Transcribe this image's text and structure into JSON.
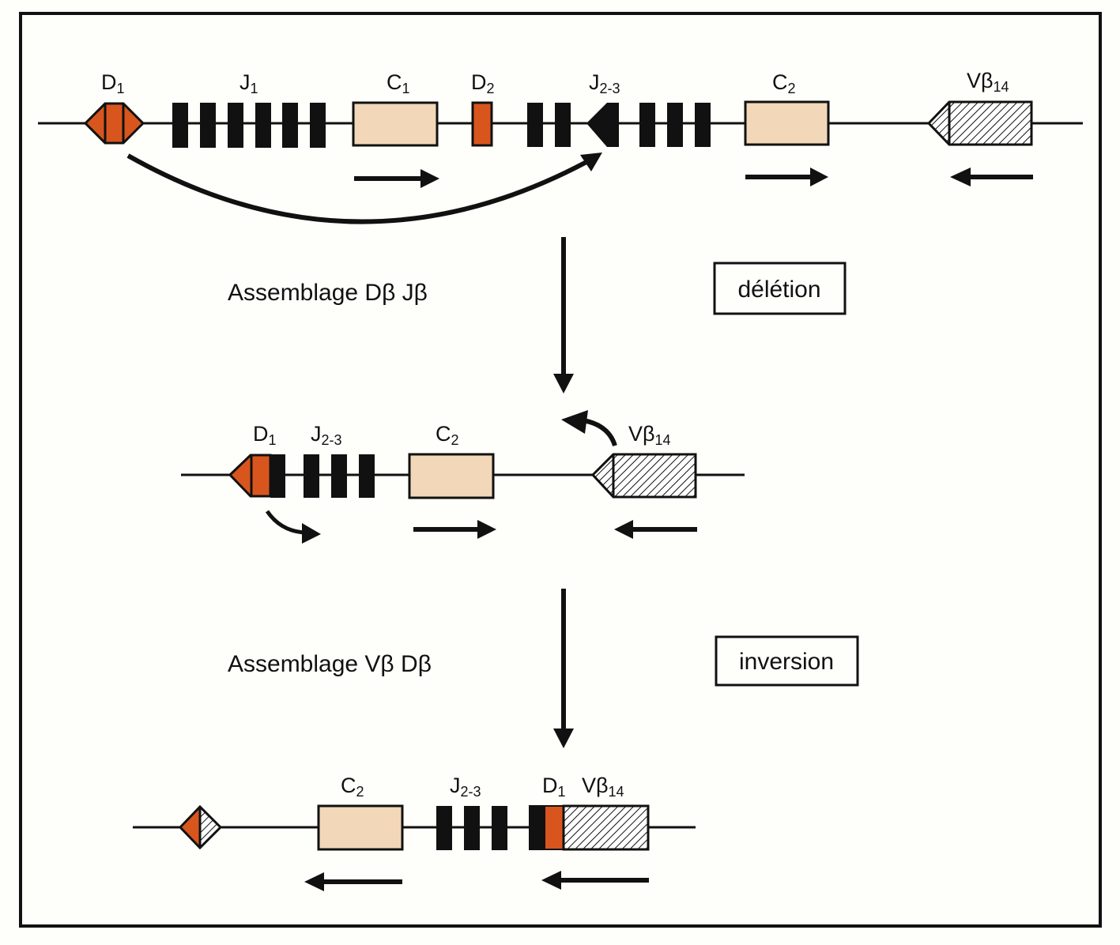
{
  "colors": {
    "d_segment": "#d8561e",
    "c_segment": "#f2d7b8",
    "j_segment": "#111111",
    "ink": "#111111",
    "background": "#fefefb"
  },
  "row1": {
    "labels": {
      "d1": {
        "main": "D",
        "sub": "1"
      },
      "j1": {
        "main": "J",
        "sub": "1"
      },
      "c1": {
        "main": "C",
        "sub": "1"
      },
      "d2": {
        "main": "D",
        "sub": "2"
      },
      "j23": {
        "main": "J",
        "sub": "2-3"
      },
      "c2": {
        "main": "C",
        "sub": "2"
      },
      "vb14": {
        "main": "Vβ",
        "sub": "14"
      }
    }
  },
  "step1": {
    "label": "Assemblage  Dβ Jβ",
    "mechanism": "délétion"
  },
  "row2": {
    "labels": {
      "d1": {
        "main": "D",
        "sub": "1"
      },
      "j23": {
        "main": "J",
        "sub": "2-3"
      },
      "c2": {
        "main": "C",
        "sub": "2"
      },
      "vb14": {
        "main": "Vβ",
        "sub": "14"
      }
    }
  },
  "step2": {
    "label": "Assemblage Vβ  Dβ",
    "mechanism": "inversion"
  },
  "row3": {
    "labels": {
      "c2": {
        "main": "C",
        "sub": "2"
      },
      "j23": {
        "main": "J",
        "sub": "2-3"
      },
      "d1": {
        "main": "D",
        "sub": "1"
      },
      "vb14": {
        "main": "Vβ",
        "sub": "14"
      }
    }
  }
}
